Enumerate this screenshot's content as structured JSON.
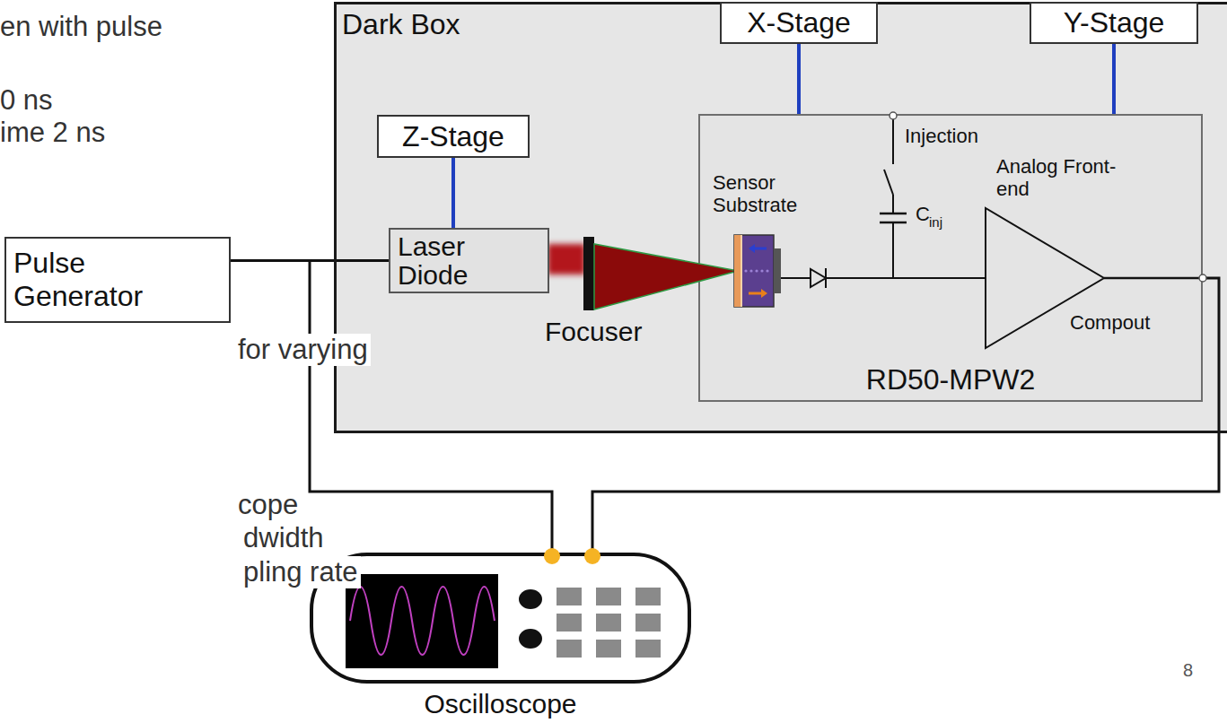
{
  "diagram": {
    "nodes": [
      {
        "text": [
          "Dark Box"
        ]
      },
      {
        "text": [
          "X-Stage"
        ],
        "in": 0
      },
      {
        "text": [
          "Y-Stage"
        ],
        "in": 0
      },
      {
        "text": [
          "Z-Stage"
        ],
        "in": 0
      },
      {
        "text": [
          "Pulse Generator"
        ]
      },
      {
        "text": [
          "Laser Diode"
        ],
        "in": 0
      },
      {
        "text": [
          "RD50-MPW2"
        ],
        "in": 0
      },
      {
        "text": [
          "Oscilloscope"
        ]
      }
    ],
    "edges": [
      {
        "from": 1,
        "to": 6,
        "arrow": "none"
      },
      {
        "from": 2,
        "to": 6,
        "arrow": "none"
      },
      {
        "from": 3,
        "to": 5,
        "arrow": "none"
      },
      {
        "from": 4,
        "to": 5,
        "arrow": "none"
      },
      {
        "from": 4,
        "to": 7,
        "arrow": "none"
      },
      {
        "from": 6,
        "to": 7,
        "arrow": "none"
      }
    ],
    "labels": [
      "en with pulse",
      "0 ns",
      "ime 2 ns",
      "for varying",
      "cope",
      "dwidth",
      "pling rate",
      "Focuser",
      "Sensor Substrate",
      "Injection",
      "C",
      "inj",
      "Analog Front-end",
      "Compout",
      "8"
    ]
  }
}
